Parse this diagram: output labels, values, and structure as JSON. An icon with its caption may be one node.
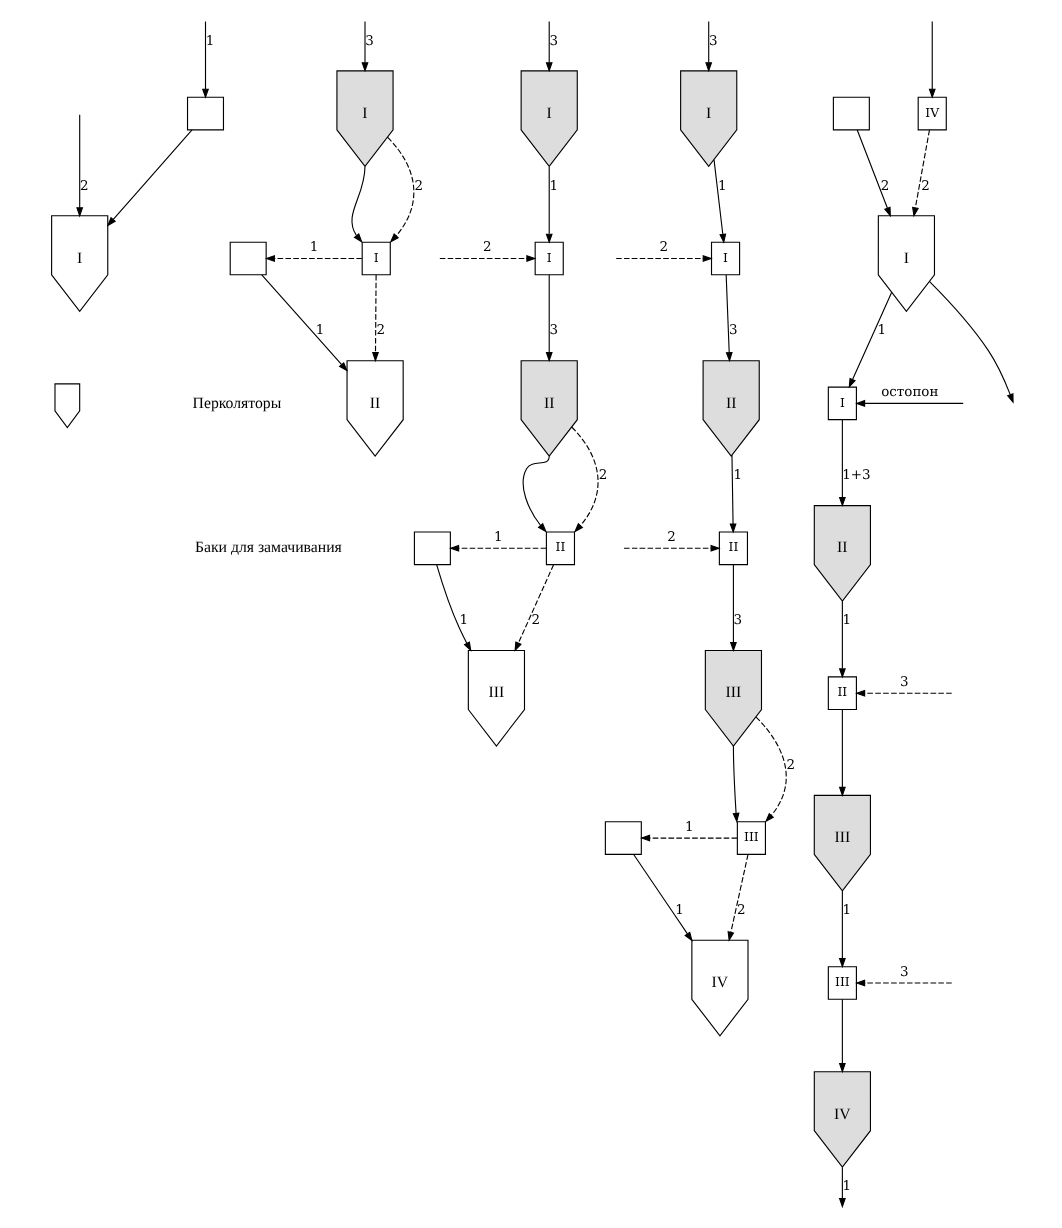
{
  "diagram": {
    "nodes": [
      {
        "text": [],
        "shape": "box"
      },
      {
        "text": [
          "I"
        ]
      },
      {
        "text": [
          "I"
        ]
      },
      {
        "text": [],
        "shape": "box"
      },
      {
        "text": [
          "I"
        ]
      },
      {
        "text": [
          "II"
        ]
      },
      {
        "text": [
          "I"
        ]
      },
      {
        "text": [
          "I"
        ]
      },
      {
        "text": [
          "II"
        ]
      },
      {
        "text": [],
        "shape": "box"
      },
      {
        "text": [
          "II"
        ]
      },
      {
        "text": [
          "III"
        ]
      },
      {
        "text": [
          "I"
        ]
      },
      {
        "text": [
          "I"
        ]
      },
      {
        "text": [
          "II"
        ]
      },
      {
        "text": [
          "II"
        ]
      },
      {
        "text": [
          "III"
        ]
      },
      {
        "text": [],
        "shape": "box"
      },
      {
        "text": [
          "III"
        ]
      },
      {
        "text": [
          "IV"
        ]
      },
      {
        "text": [],
        "shape": "box"
      },
      {
        "text": [
          "IV"
        ]
      },
      {
        "text": [
          "I"
        ]
      },
      {
        "text": [
          "I"
        ]
      },
      {
        "text": [
          "II"
        ]
      },
      {
        "text": [
          "II"
        ]
      },
      {
        "text": [
          "III"
        ]
      },
      {
        "text": [
          "III"
        ]
      },
      {
        "text": [
          "IV"
        ]
      }
    ],
    "edges": [
      {
        "from": null,
        "to": 0,
        "arrow": "to",
        "label": "1"
      },
      {
        "from": 0,
        "to": 1,
        "arrow": "to"
      },
      {
        "from": null,
        "to": 1,
        "arrow": "to",
        "label": "2"
      },
      {
        "from": null,
        "to": 2,
        "arrow": "to",
        "label": "3"
      },
      {
        "from": 2,
        "to": 4,
        "arrow": "to"
      },
      {
        "from": 2,
        "to": 4,
        "arrow": "to",
        "label": "2",
        "style": "dashed"
      },
      {
        "from": 4,
        "to": 3,
        "arrow": "to",
        "label": "1",
        "style": "dashed"
      },
      {
        "from": 3,
        "to": 5,
        "arrow": "to",
        "label": "1"
      },
      {
        "from": 4,
        "to": 5,
        "arrow": "to",
        "label": "2",
        "style": "dashed"
      },
      {
        "from": null,
        "to": 6,
        "arrow": "to",
        "label": "3"
      },
      {
        "from": 6,
        "to": 7,
        "arrow": "to",
        "label": "1"
      },
      {
        "from": null,
        "to": 7,
        "arrow": "to",
        "label": "2",
        "style": "dashed"
      },
      {
        "from": 7,
        "to": 8,
        "arrow": "to",
        "label": "3"
      },
      {
        "from": 8,
        "to": 10,
        "arrow": "to"
      },
      {
        "from": 8,
        "to": 10,
        "arrow": "to",
        "label": "2",
        "style": "dashed"
      },
      {
        "from": 10,
        "to": 9,
        "arrow": "to",
        "label": "1",
        "style": "dashed"
      },
      {
        "from": 9,
        "to": 11,
        "arrow": "to",
        "label": "1"
      },
      {
        "from": 10,
        "to": 11,
        "arrow": "to",
        "label": "2",
        "style": "dashed"
      },
      {
        "from": null,
        "to": 12,
        "arrow": "to",
        "label": "3"
      },
      {
        "from": 12,
        "to": 13,
        "arrow": "to",
        "label": "1"
      },
      {
        "from": null,
        "to": 13,
        "arrow": "to",
        "label": "2",
        "style": "dashed"
      },
      {
        "from": 13,
        "to": 14,
        "arrow": "to",
        "label": "3"
      },
      {
        "from": 14,
        "to": 15,
        "arrow": "to",
        "label": "1"
      },
      {
        "from": null,
        "to": 15,
        "arrow": "to",
        "label": "2",
        "style": "dashed"
      },
      {
        "from": 15,
        "to": 16,
        "arrow": "to",
        "label": "3"
      },
      {
        "from": 16,
        "to": 18,
        "arrow": "to"
      },
      {
        "from": 16,
        "to": 18,
        "arrow": "to",
        "label": "2",
        "style": "dashed"
      },
      {
        "from": 18,
        "to": 17,
        "arrow": "to",
        "label": "1",
        "style": "dashed"
      },
      {
        "from": 17,
        "to": 19,
        "arrow": "to",
        "label": "1"
      },
      {
        "from": 18,
        "to": 19,
        "arrow": "to",
        "label": "2",
        "style": "dashed"
      },
      {
        "from": null,
        "to": 21,
        "arrow": "to"
      },
      {
        "from": 20,
        "to": 22,
        "arrow": "to",
        "label": "2"
      },
      {
        "from": 21,
        "to": 22,
        "arrow": "to",
        "label": "2",
        "style": "dashed"
      },
      {
        "from": 22,
        "to": null,
        "arrow": "to"
      },
      {
        "from": 22,
        "to": 23,
        "arrow": "to",
        "label": "1"
      },
      {
        "from": null,
        "to": 23,
        "arrow": "to",
        "label": "остопон"
      },
      {
        "from": 23,
        "to": 24,
        "arrow": "to",
        "label": "1+3"
      },
      {
        "from": 24,
        "to": 25,
        "arrow": "to",
        "label": "1"
      },
      {
        "from": null,
        "to": 25,
        "arrow": "to",
        "label": "3",
        "style": "dashed"
      },
      {
        "from": 25,
        "to": 26,
        "arrow": "to"
      },
      {
        "from": 26,
        "to": 27,
        "arrow": "to",
        "label": "1"
      },
      {
        "from": null,
        "to": 27,
        "arrow": "to",
        "label": "3",
        "style": "dashed"
      },
      {
        "from": 27,
        "to": 28,
        "arrow": "to"
      },
      {
        "from": 28,
        "to": null,
        "arrow": "to",
        "label": "1"
      }
    ],
    "legend": [
      {
        "text": "Перколяторы"
      },
      {
        "text": "Баки для замачивания"
      }
    ]
  }
}
